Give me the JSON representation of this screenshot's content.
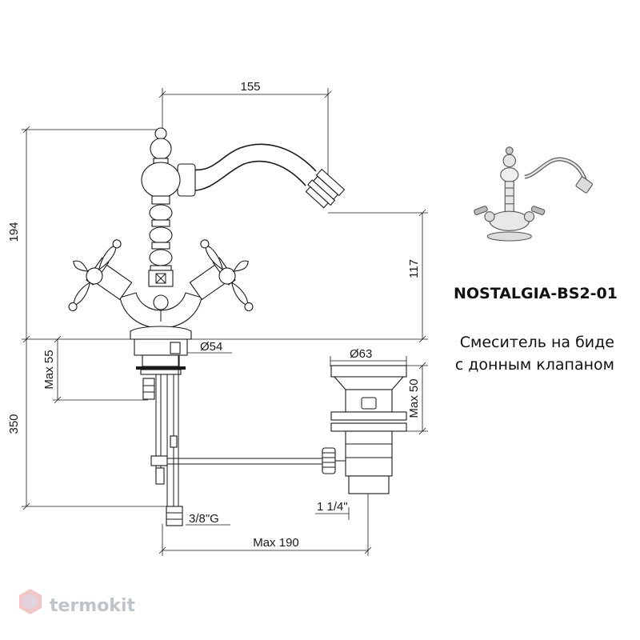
{
  "product": {
    "model": "NOSTALGIA-BS2-01",
    "description_line1": "Смеситель на биде",
    "description_line2": "с донным клапаном"
  },
  "dimensions": {
    "spout_reach": "155",
    "total_height": "194",
    "spout_height": "117",
    "base_diameter": "Ø54",
    "max_counter_thickness": "Max 55",
    "hose_length": "350",
    "connection_thread": "3/8\"G",
    "max_rod_length": "Max 190",
    "waste_diameter": "Ø63",
    "waste_max_height": "Max 50",
    "waste_thread": "1 1/4\""
  },
  "brand": {
    "name": "termokit",
    "color": "#e04a4a"
  }
}
